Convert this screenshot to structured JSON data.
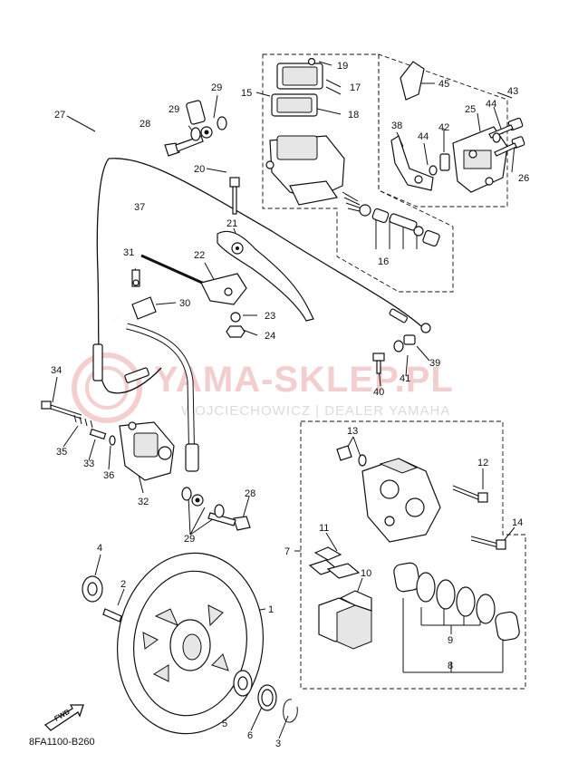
{
  "diagram": {
    "diagram_code": "8FA1100-B260",
    "fwd_label": "FWD",
    "watermark": {
      "brand": "YAMA-SKLEP.PL",
      "tagline": "WOJCIECHOWICZ | DEALER YAMAHA"
    },
    "callouts": [
      "1",
      "2",
      "3",
      "4",
      "5",
      "6",
      "7",
      "8",
      "9",
      "10",
      "11",
      "12",
      "13",
      "14",
      "15",
      "16",
      "17",
      "18",
      "19",
      "20",
      "21",
      "22",
      "23",
      "24",
      "25",
      "26",
      "27",
      "28",
      "28",
      "29",
      "29",
      "29",
      "30",
      "31",
      "32",
      "33",
      "34",
      "35",
      "36",
      "37",
      "38",
      "39",
      "40",
      "41",
      "42",
      "43",
      "44",
      "44",
      "45"
    ]
  }
}
